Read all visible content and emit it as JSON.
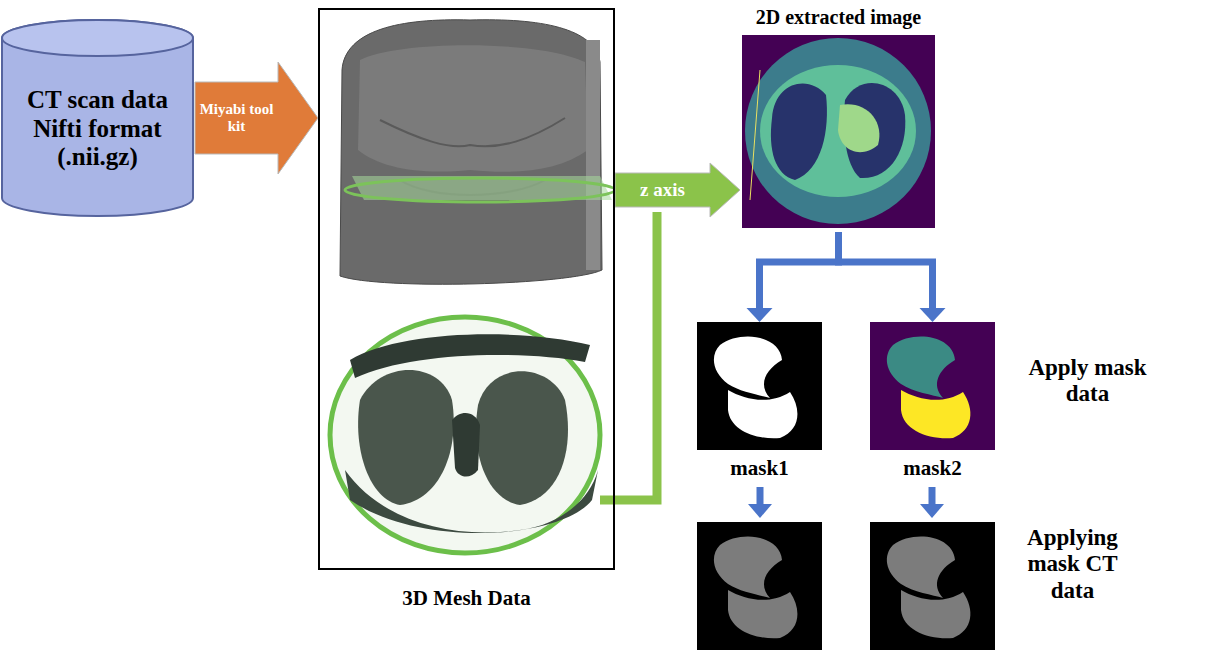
{
  "diagram": {
    "nodes": [
      {
        "text": [
          "CT scan data Nifti format (.nii.gz)"
        ]
      },
      {
        "text": [
          "3D Mesh Data"
        ]
      },
      {
        "text": [
          "2D extracted image"
        ]
      },
      {
        "text": [
          "mask1"
        ]
      },
      {
        "text": [
          "mask2"
        ]
      }
    ],
    "edges": [
      {
        "from": 0,
        "to": 1,
        "arrow": "to",
        "label": "Miyabi tool kit"
      },
      {
        "from": 1,
        "to": 2,
        "arrow": "to",
        "label": "z axis"
      },
      {
        "from": 2,
        "to": 3,
        "arrow": "to"
      },
      {
        "from": 2,
        "to": 4,
        "arrow": "to"
      }
    ],
    "labels": [
      "Apply mask data",
      "Applying mask CT data"
    ]
  }
}
